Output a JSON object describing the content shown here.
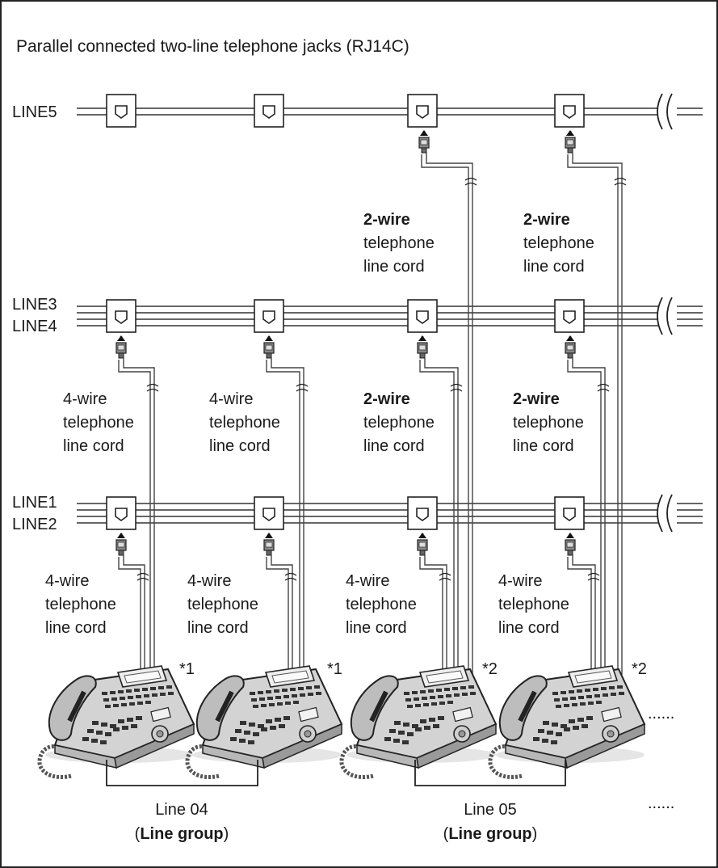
{
  "title": "Parallel connected two-line telephone jacks (RJ14C)",
  "bus_labels": {
    "line5": "LINE5",
    "line3": "LINE3",
    "line4": "LINE4",
    "line1": "LINE1",
    "line2": "LINE2"
  },
  "cords": {
    "two_wire": "2-wire",
    "four_wire": "4-wire",
    "telephone": "telephone",
    "line_cord": "line cord"
  },
  "notes": {
    "star1": "*1",
    "star2": "*2",
    "ellipsis": "......"
  },
  "groups": [
    {
      "line": "Line 04",
      "open_paren": "(",
      "group_label": "Line group",
      "close_paren": ")"
    },
    {
      "line": "Line 05",
      "open_paren": "(",
      "group_label": "Line group",
      "close_paren": ")"
    }
  ]
}
